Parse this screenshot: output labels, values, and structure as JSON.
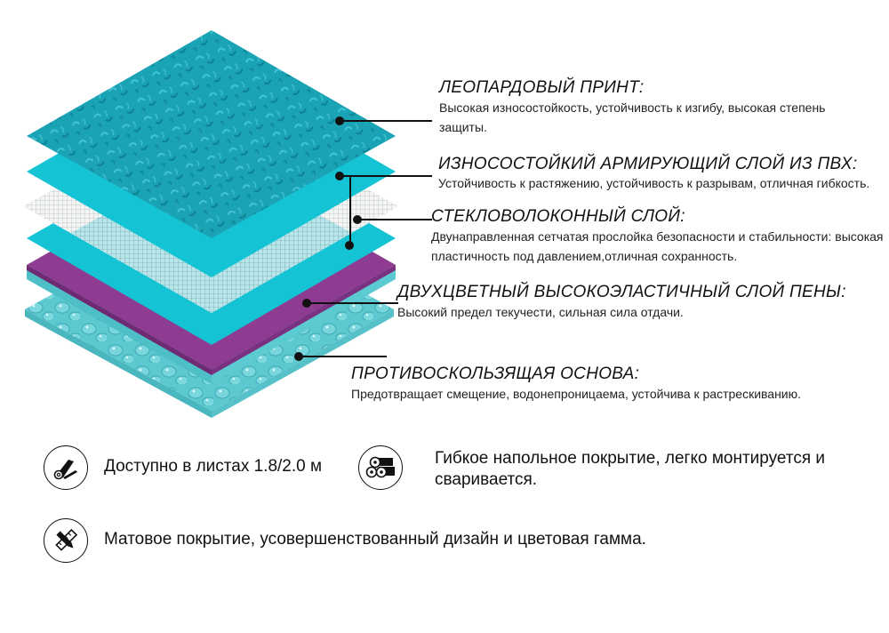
{
  "layers": [
    {
      "id": "leopard-print",
      "title": "ЛЕОПАРДОВЫЙ ПРИНТ:",
      "description": "Высокая износостойкость, устойчивость к изгибу, высокая степень защиты.",
      "color": "#1aa3b5"
    },
    {
      "id": "pvc-reinforced",
      "title": "ИЗНОСОСТОЙКИЙ АРМИРУЮЩИЙ СЛОЙ ИЗ ПВХ:",
      "description": "Устойчивость к растяжению, устойчивость к разрывам, отличная гибкость.",
      "color": "#14c3d4"
    },
    {
      "id": "fiberglass",
      "title": "СТЕКЛОВОЛОКОННЫЙ СЛОЙ:",
      "description": "Двунаправленная сетчатая прослойка безопасности и стабильности: высокая пластичность под давлением,отличная сохранность.",
      "color": "#a9dfe3"
    },
    {
      "id": "foam",
      "title": "ДВУХЦВЕТНЫЙ ВЫСОКОЭЛАСТИЧНЫЙ СЛОЙ ПЕНЫ:",
      "description": "Высокий предел текучести, сильная сила отдачи.",
      "color": "#8e3b92"
    },
    {
      "id": "anti-slip-base",
      "title": "ПРОТИВОСКОЛЬЗЯЩАЯ ОСНОВА:",
      "description": "Предотвращает смещение, водонепроницаема, устойчива к растрескиванию.",
      "color": "#5cc8d0"
    }
  ],
  "features": [
    {
      "icon": "roll-sheet-icon",
      "text": "Доступно в листах 1.8/2.0 м"
    },
    {
      "icon": "rolls-stack-icon",
      "text": "Гибкое напольное покрытие, легко монтируется и сваривается."
    },
    {
      "icon": "pencil-ruler-icon",
      "text": "Матовое покрытие, усовершенствованный дизайн и цветовая гамма."
    }
  ],
  "colors": {
    "teal_dark": "#1aa3b5",
    "teal_bright": "#14c3d4",
    "purple": "#8e3b92",
    "purple_dark": "#6e2a73",
    "base": "#5cc8d0"
  }
}
